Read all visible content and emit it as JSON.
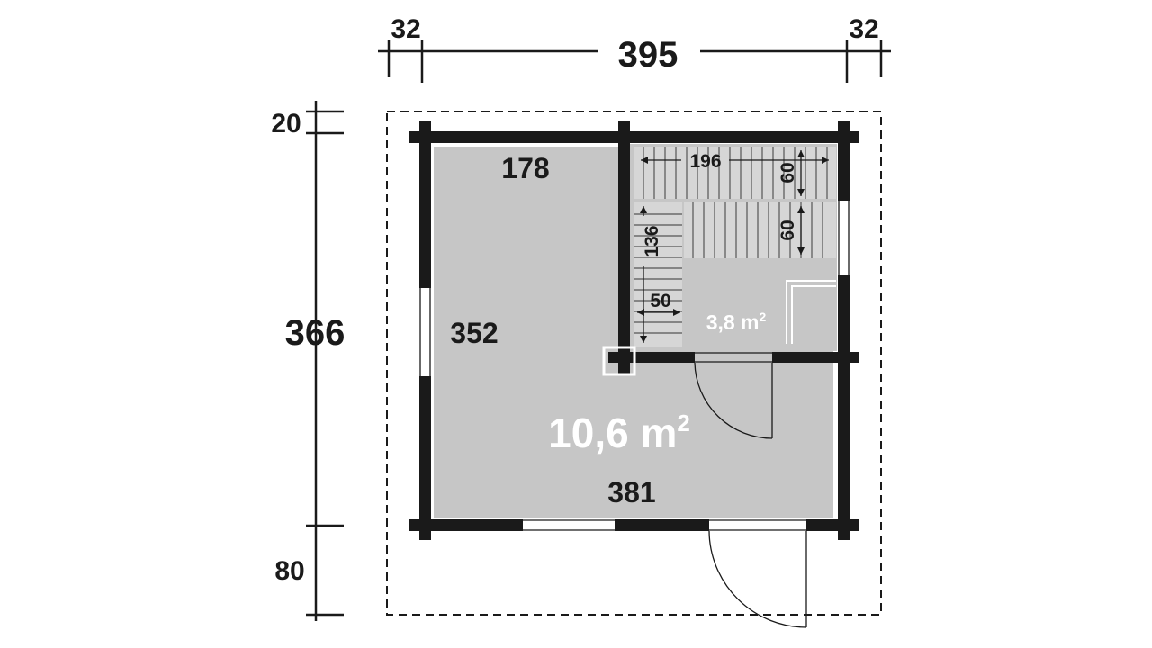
{
  "dimensions": {
    "top_left": "32",
    "top_total": "395",
    "top_right": "32",
    "left_top": "20",
    "left_total": "366",
    "left_bottom": "80"
  },
  "main_room": {
    "width_top": "178",
    "height": "352",
    "width_bottom": "381",
    "area_value": "10,6 m",
    "area_sup": "2"
  },
  "sauna": {
    "bench_upper_length": "196",
    "bench_upper_depth": "60",
    "bench_lower_depth": "60",
    "side_bench_length": "136",
    "side_bench_depth": "50",
    "area_value": "3,8 m",
    "area_sup": "2"
  },
  "colors": {
    "wall": "#1a1a1a",
    "floor": "#c6c6c6",
    "background": "#ffffff"
  }
}
